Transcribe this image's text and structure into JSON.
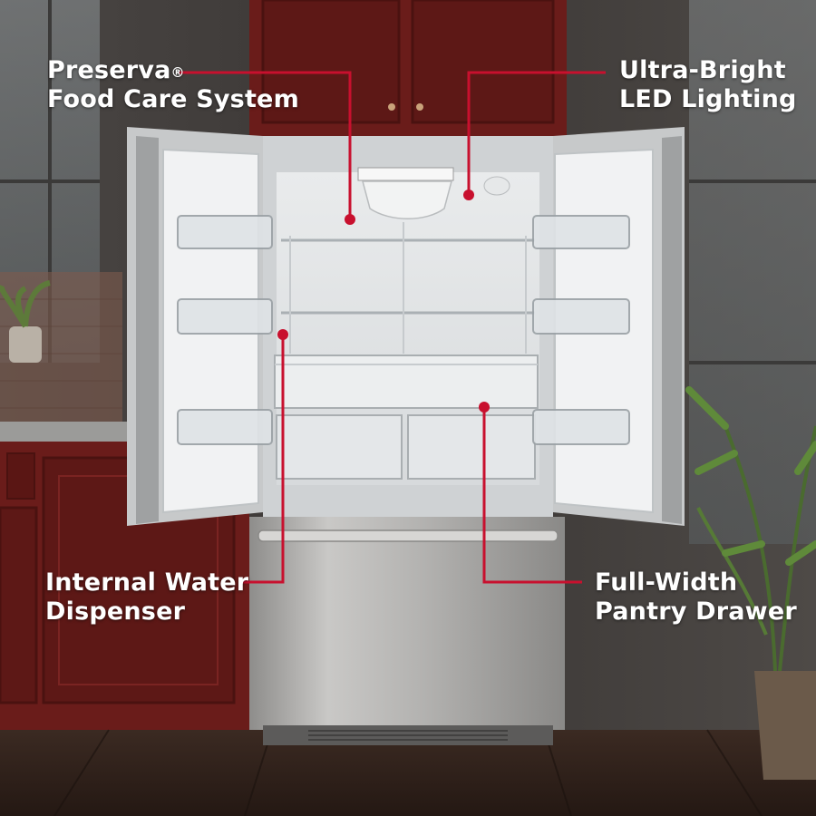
{
  "colors": {
    "accent_red": "#c8102e",
    "cabinet_red": "#6a1c1a",
    "steel": "#b9b8b6",
    "interior_white": "#eef0f1"
  },
  "callouts": [
    {
      "line1": "Preserva",
      "mark": "®",
      "line2": "Food Care System"
    },
    {
      "line1": "Ultra-Bright",
      "line2": "LED Lighting"
    },
    {
      "line1": "Internal Water",
      "line2": "Dispenser"
    },
    {
      "line1": "Full-Width",
      "line2": "Pantry Drawer"
    }
  ]
}
